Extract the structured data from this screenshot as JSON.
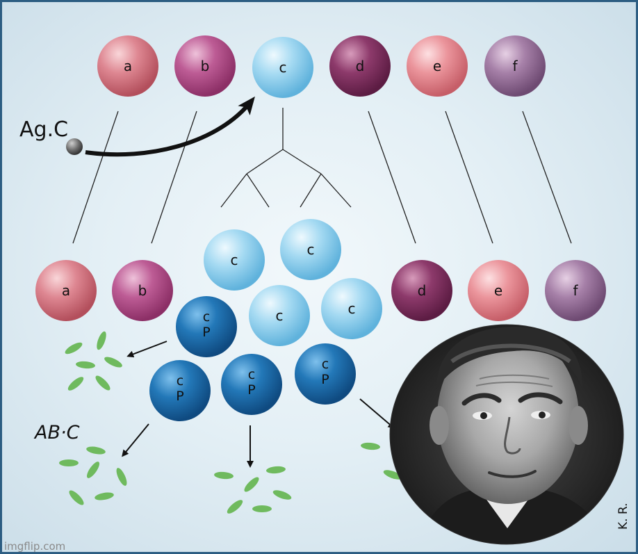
{
  "colors": {
    "a": "#d9727d",
    "b": "#b54f89",
    "c": "#8fd0ee",
    "d": "#7e2f5f",
    "e": "#e5848c",
    "f": "#9a6e9c",
    "plasma": "#1e6aa9",
    "antibody": "#6fba5e",
    "frame": "#2c5d82"
  },
  "diagram": {
    "top_row": [
      "a",
      "b",
      "c",
      "d",
      "e",
      "f"
    ],
    "bottom_row": [
      "a",
      "b",
      "d",
      "e",
      "f"
    ],
    "clone_cells": [
      "c",
      "c",
      "c",
      "c"
    ],
    "plasma_cells": [
      {
        "top": "c",
        "bottom": "P"
      },
      {
        "top": "c",
        "bottom": "P"
      },
      {
        "top": "c",
        "bottom": "P"
      },
      {
        "top": "c",
        "bottom": "P"
      }
    ],
    "antigen_label": "Ag.C",
    "antibody_label": "AB·C",
    "signature": "K. R."
  },
  "portrait": {
    "description_icon": "portrait-photo"
  },
  "watermark": "imgflip.com"
}
